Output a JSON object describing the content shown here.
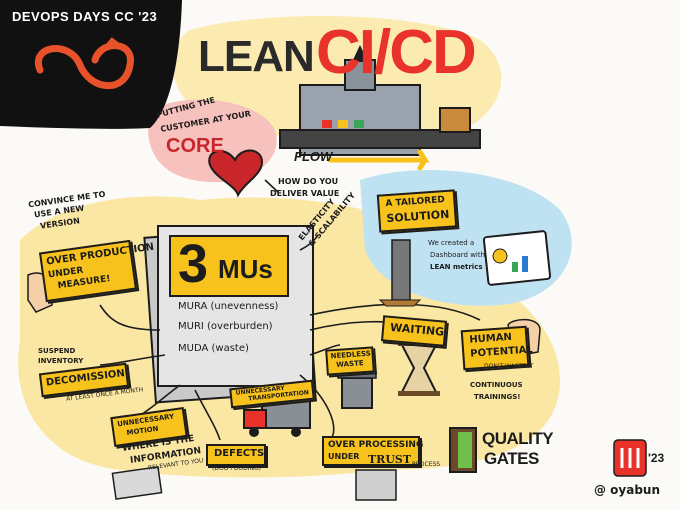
{
  "badge": {
    "text": "DEVOPS DAYS  CC '23"
  },
  "title": {
    "lean": "LEAN",
    "cicd": "CI/CD",
    "flow": "FLOW"
  },
  "customer": {
    "line1": "PUTTING THE",
    "line2": "CUSTOMER AT YOUR",
    "core": "CORE"
  },
  "how_deliver": {
    "line1": "HOW DO YOU",
    "line2": "DELIVER VALUE"
  },
  "tailored": {
    "line1": "A TAILORED",
    "line2": "SOLUTION"
  },
  "dashboard": {
    "line1": "We created a",
    "line2": "Dashboard with",
    "line3": "LEAN metrics"
  },
  "elasticity": {
    "line1": "ELASTICITY",
    "line2": "& SCALABILITY"
  },
  "convince": {
    "line1": "CONVINCE ME TO",
    "line2": "USE A NEW",
    "line3": "VERSION"
  },
  "overproduction": {
    "line1": "OVER PRODUCTION",
    "line2": "UNDER",
    "line3": "MEASURE!"
  },
  "mus": {
    "big": "3",
    "label": "MUs",
    "items": [
      "MURA (unevenness)",
      "MURI (overburden)",
      "MUDA (waste)"
    ]
  },
  "waiting": {
    "label": "WAITING"
  },
  "human": {
    "line1": "HUMAN",
    "line2": "POTENTIAL",
    "line3": "DON'T WASTE IT",
    "line4": "CONTINUOUS",
    "line5": "TRAININGS!"
  },
  "needless": {
    "line1": "NEEDLESS",
    "line2": "WASTE"
  },
  "decommission": {
    "pre1": "SUSPEND",
    "pre2": "INVENTORY",
    "label1": "DECOMISSION",
    "post": "AT LEAST ONCE A MONTH"
  },
  "motion": {
    "line1": "UNNECESSARY",
    "line2": "MOTION",
    "line3": "WHERE IS THE",
    "line4": "INFORMATION",
    "line5": "RELEVANT TO YOU"
  },
  "transport": {
    "line1": "UNNECESSARY",
    "line2": "TRANSPORTATION"
  },
  "defects": {
    "label": "DEFECTS",
    "sub": "(DOG FOODING)"
  },
  "overprocessing": {
    "line1": "OVER PROCESSING",
    "line2": "UNDER",
    "trust": "TRUST",
    "tail": "PROCESS"
  },
  "quality": {
    "line1": "QUALITY",
    "line2": "GATES"
  },
  "signature": {
    "year": "'23",
    "handle": "@ oyabun"
  },
  "colors": {
    "yellow": "#f6c21b",
    "red": "#e8322a",
    "wash_yellow": "#fbe7a4",
    "wash_blue": "#bfe2f2",
    "dark": "#1c1c1c"
  }
}
